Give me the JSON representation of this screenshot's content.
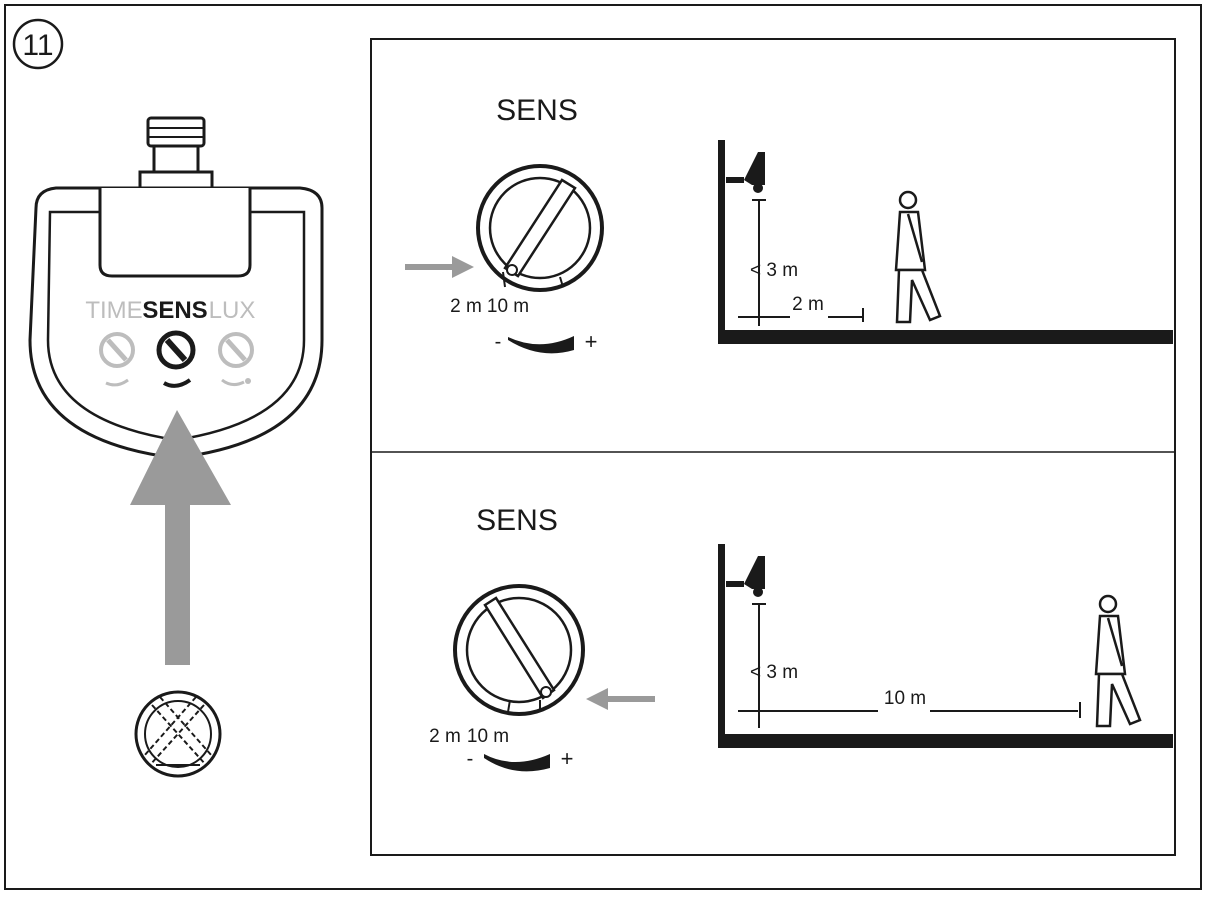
{
  "step_number": "11",
  "sensor": {
    "label_time": "TIME",
    "label_sens": "SENS",
    "label_lux": "LUX"
  },
  "panel_top": {
    "title": "SENS",
    "dial_min": "2 m",
    "dial_max": "10 m",
    "minus": "-",
    "plus": "+",
    "height_label": "< 3 m",
    "distance_label": "2 m"
  },
  "panel_bottom": {
    "title": "SENS",
    "dial_min": "2 m",
    "dial_max": "10 m",
    "minus": "-",
    "plus": "+",
    "height_label": "< 3 m",
    "distance_label": "10 m"
  },
  "colors": {
    "line": "#1a1a1a",
    "arrow_gray": "#9a9a9a",
    "faded_gray": "#bdbdbd"
  }
}
